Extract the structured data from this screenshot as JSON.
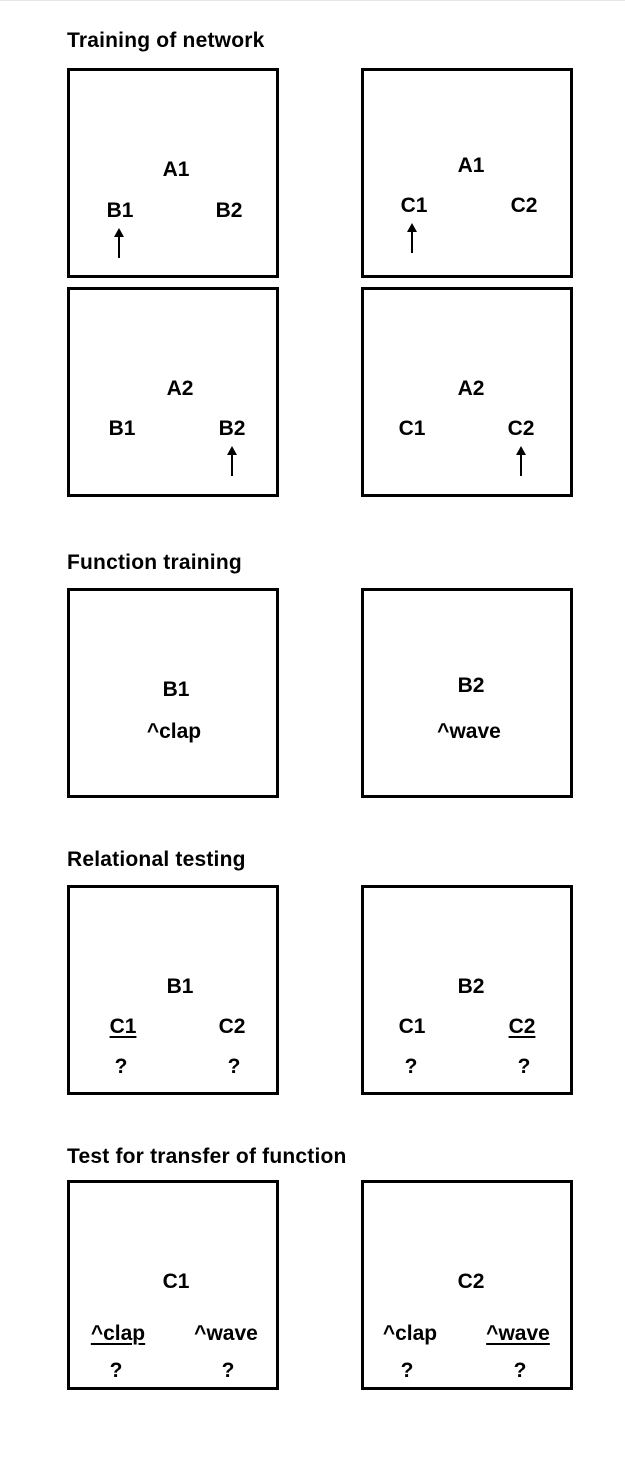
{
  "sections": {
    "network": {
      "heading": "Training of network",
      "panels": [
        {
          "top": "A1",
          "left": "B1",
          "right": "B2",
          "arrow": "left"
        },
        {
          "top": "A1",
          "left": "C1",
          "right": "C2",
          "arrow": "left"
        },
        {
          "top": "A2",
          "left": "B1",
          "right": "B2",
          "arrow": "right"
        },
        {
          "top": "A2",
          "left": "C1",
          "right": "C2",
          "arrow": "right"
        }
      ]
    },
    "function": {
      "heading": "Function training",
      "panels": [
        {
          "top": "B1",
          "bottom": "^clap"
        },
        {
          "top": "B2",
          "bottom": "^wave"
        }
      ]
    },
    "relational": {
      "heading": "Relational testing",
      "panels": [
        {
          "top": "B1",
          "left": "C1",
          "right": "C2",
          "underlined": "left",
          "left_q": "?",
          "right_q": "?"
        },
        {
          "top": "B2",
          "left": "C1",
          "right": "C2",
          "underlined": "right",
          "left_q": "?",
          "right_q": "?"
        }
      ]
    },
    "transfer": {
      "heading": "Test for transfer of function",
      "panels": [
        {
          "top": "C1",
          "left": "^clap",
          "right": "^wave",
          "underlined": "left",
          "left_q": "?",
          "right_q": "?"
        },
        {
          "top": "C2",
          "left": "^clap",
          "right": "^wave",
          "underlined": "right",
          "left_q": "?",
          "right_q": "?"
        }
      ]
    }
  }
}
